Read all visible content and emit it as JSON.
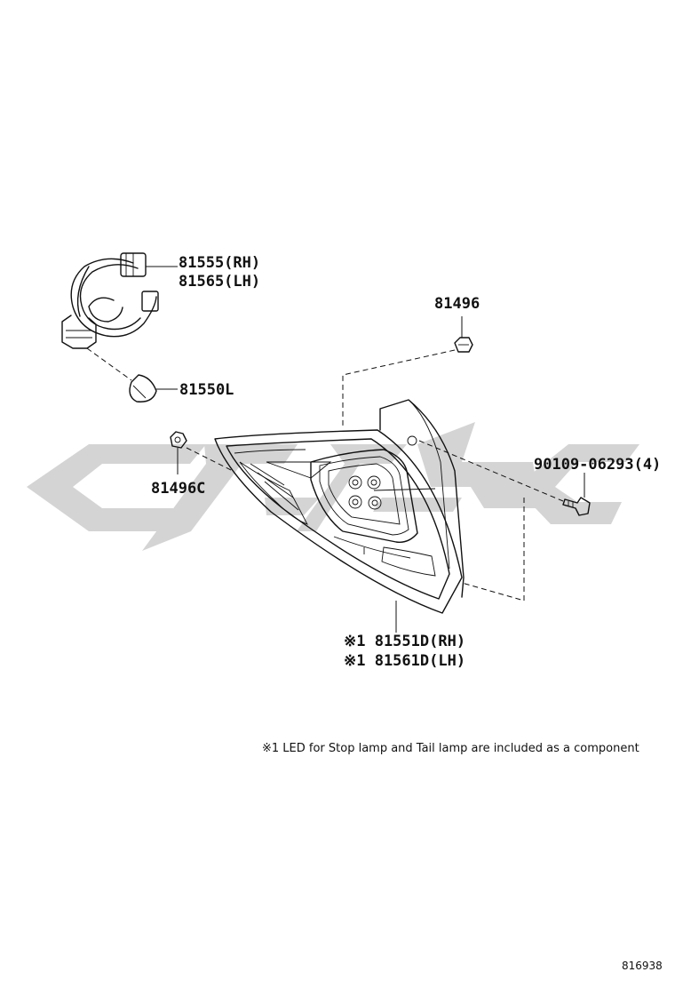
{
  "diagram": {
    "labels": {
      "socket_rh": "81555(RH)",
      "socket_lh": "81565(LH)",
      "clip_upper": "81496",
      "bulb": "81550L",
      "clip_lower": "81496C",
      "screw": "90109-06293(4)",
      "lamp_rh": "※1 81551D(RH)",
      "lamp_lh": "※1 81561D(LH)"
    },
    "footnote": "※1 LED for Stop lamp and Tail lamp are included as a component",
    "reference": "816938"
  },
  "colors": {
    "line": "#111111",
    "watermark": "#d4d4d4",
    "background": "#ffffff"
  }
}
